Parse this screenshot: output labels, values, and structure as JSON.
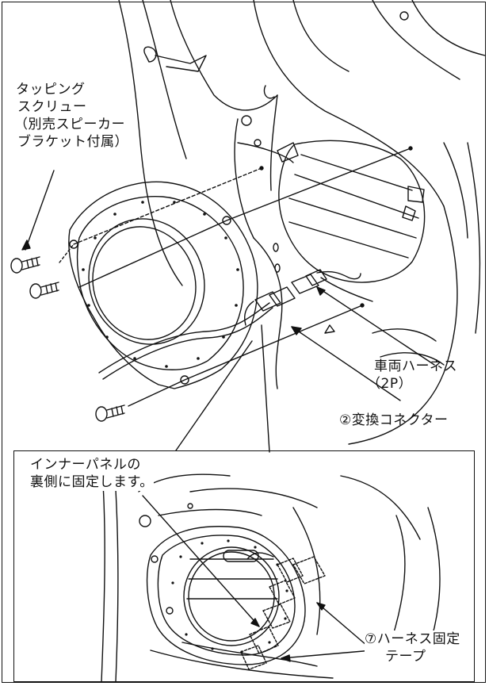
{
  "labels": {
    "screw": [
      "タッピング",
      "スクリュー",
      "（別売スピーカー",
      "ブラケット付属）"
    ],
    "vehicle_harness": [
      "車両ハーネス",
      "（2P）"
    ],
    "connector": "②変換コネクター",
    "inner_panel": [
      "インナーパネルの",
      "裏側に固定します。"
    ],
    "harness_tape": [
      "⑦ハーネス固定",
      "テープ"
    ]
  },
  "colors": {
    "line": "#111111",
    "background": "#ffffff"
  }
}
